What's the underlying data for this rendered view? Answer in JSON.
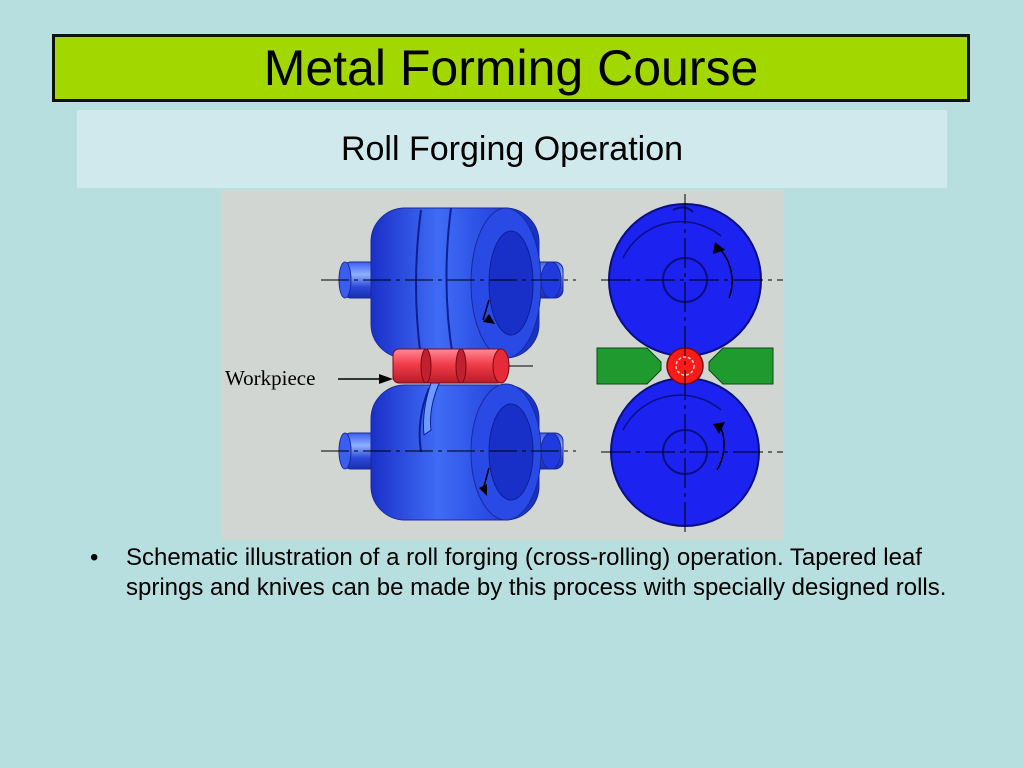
{
  "slide": {
    "title": "Metal Forming Course",
    "subtitle": "Roll Forging Operation"
  },
  "figure": {
    "workpiece_label": "Workpiece",
    "colors": {
      "roll_blue": "#1f3be0",
      "roll_blue_light": "#4a7bff",
      "workpiece_red": "#f23c4a",
      "knife_green": "#1f9a2e",
      "background": "#d2d6d2"
    }
  },
  "bullets": [
    {
      "marker": "•",
      "text": "Schematic illustration of a roll forging (cross-rolling) operation. Tapered leaf springs and knives can be made by this process with specially designed rolls."
    }
  ]
}
